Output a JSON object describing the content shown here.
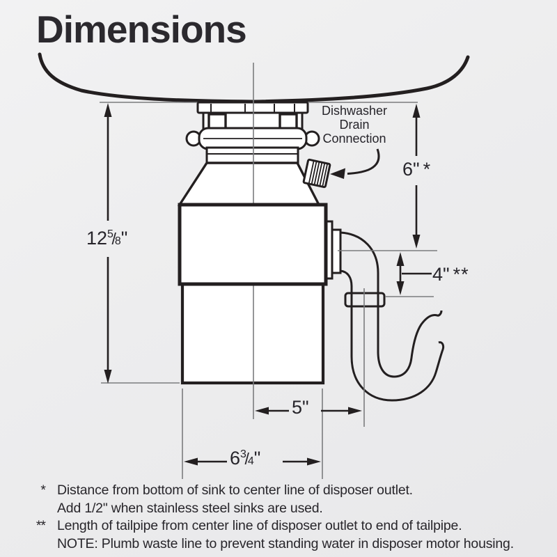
{
  "title": "Dimensions",
  "annotation": {
    "dishwasher": [
      "Dishwasher",
      "Drain",
      "Connection"
    ]
  },
  "dimensions": {
    "height": {
      "whole": "12",
      "num": "5",
      "den": "8",
      "unit": "\""
    },
    "sink_to_outlet": {
      "value": "6\"",
      "marker": "*"
    },
    "tailpipe_length": {
      "value": "4\"",
      "marker": "**"
    },
    "center_to_trap": {
      "value": "5\""
    },
    "body_width": {
      "whole": "6",
      "num": "3",
      "den": "4",
      "unit": "\""
    }
  },
  "footnotes": {
    "first": {
      "marker": "*",
      "line1": "Distance from bottom of sink to center line of disposer outlet.",
      "line2": "Add 1/2\" when stainless steel sinks are used."
    },
    "second": {
      "marker": "**",
      "line1": "Length of tailpipe from center line of disposer outlet to end of tailpipe.",
      "line2": "NOTE: Plumb waste line to prevent standing water in disposer motor housing."
    }
  },
  "colors": {
    "line": "#231f20",
    "thin_line": "#7b7c7e",
    "text": "#28262b",
    "background": "#eeeeef"
  }
}
